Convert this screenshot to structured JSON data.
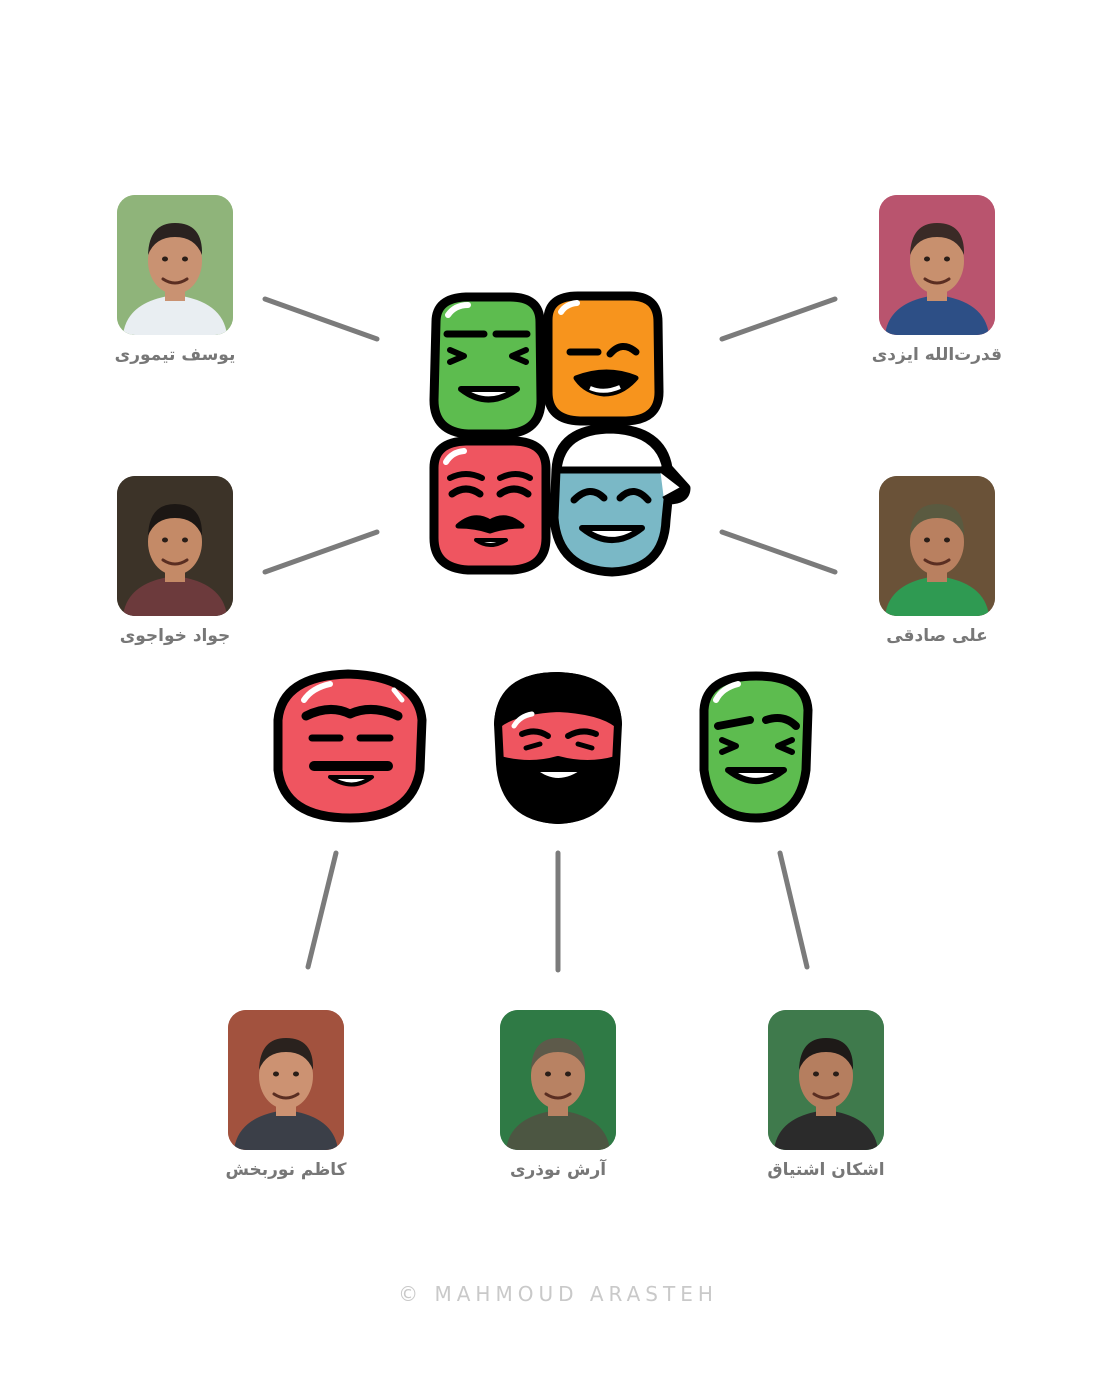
{
  "cast": [
    {
      "id": "yousef",
      "name": "یوسف تیموری",
      "bg": "#8fb47a",
      "skin": "#c99272",
      "shirt": "#e9eef2",
      "hair": "#2a2220"
    },
    {
      "id": "ghodrat",
      "name": "قدرت‌الله ایزدی",
      "bg": "#b9546e",
      "skin": "#c8906e",
      "shirt": "#2d4f86",
      "hair": "#3a2a26"
    },
    {
      "id": "javad",
      "name": "جواد خواجوی",
      "bg": "#3c3328",
      "skin": "#c48a67",
      "shirt": "#6c3a3c",
      "hair": "#1c1714"
    },
    {
      "id": "ali",
      "name": "علی صادقی",
      "bg": "#6a5238",
      "skin": "#b98060",
      "shirt": "#2f9a52",
      "hair": "#5a5a40"
    },
    {
      "id": "kazem",
      "name": "کاظم نوربخش",
      "bg": "#a2523e",
      "skin": "#cc9272",
      "shirt": "#3b3f48",
      "hair": "#2a221e"
    },
    {
      "id": "arash",
      "name": "آرش نوذری",
      "bg": "#2f7a45",
      "skin": "#b88263",
      "shirt": "#4c5642",
      "hair": "#5d5a4a"
    },
    {
      "id": "eshkan",
      "name": "اشکان اشتیاق",
      "bg": "#3f7a4c",
      "skin": "#b57e5f",
      "shirt": "#2b2b2b",
      "hair": "#1e1a18"
    }
  ],
  "mask_colors": {
    "green": "#5dbc4f",
    "orange": "#f7941d",
    "red": "#ef5560",
    "blue": "#7ab8c6",
    "outline": "#000000",
    "connector": "#7b7b7b"
  },
  "footer": "© MAHMOUD ARASTEH"
}
